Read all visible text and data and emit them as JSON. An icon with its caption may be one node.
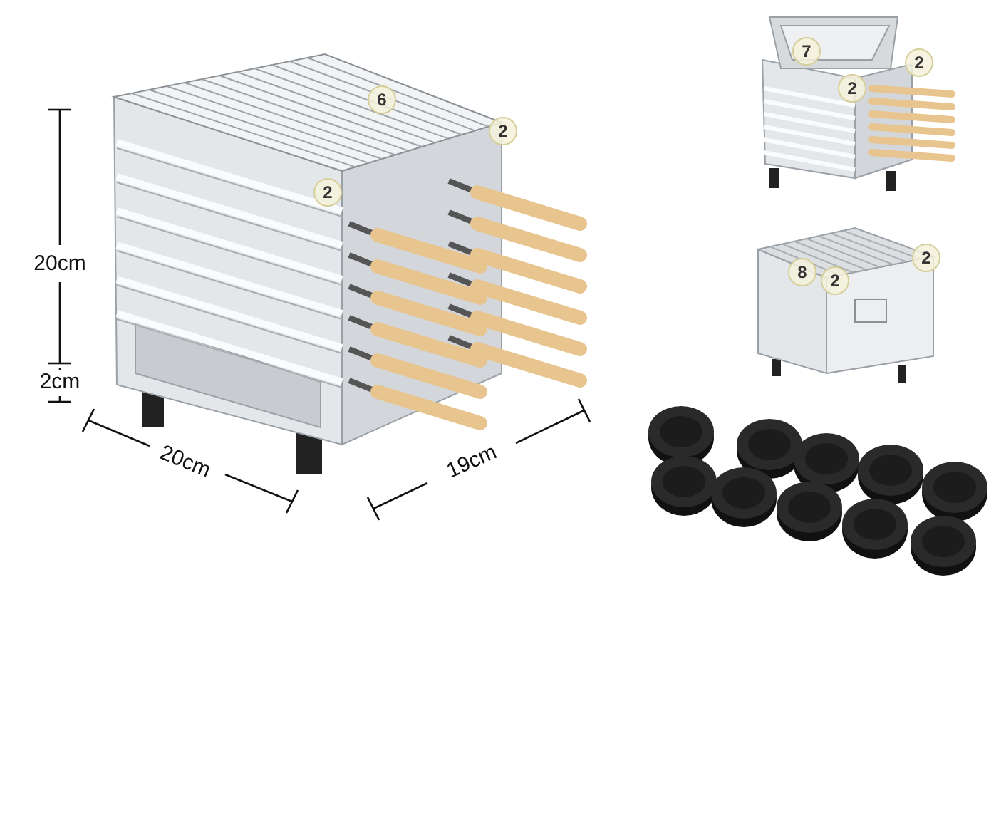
{
  "diagram": {
    "labels": [
      "20cm",
      "2cm",
      "20cm",
      "19cm",
      "6",
      "2",
      "2",
      "7",
      "2",
      "2",
      "8",
      "2",
      "2"
    ]
  }
}
